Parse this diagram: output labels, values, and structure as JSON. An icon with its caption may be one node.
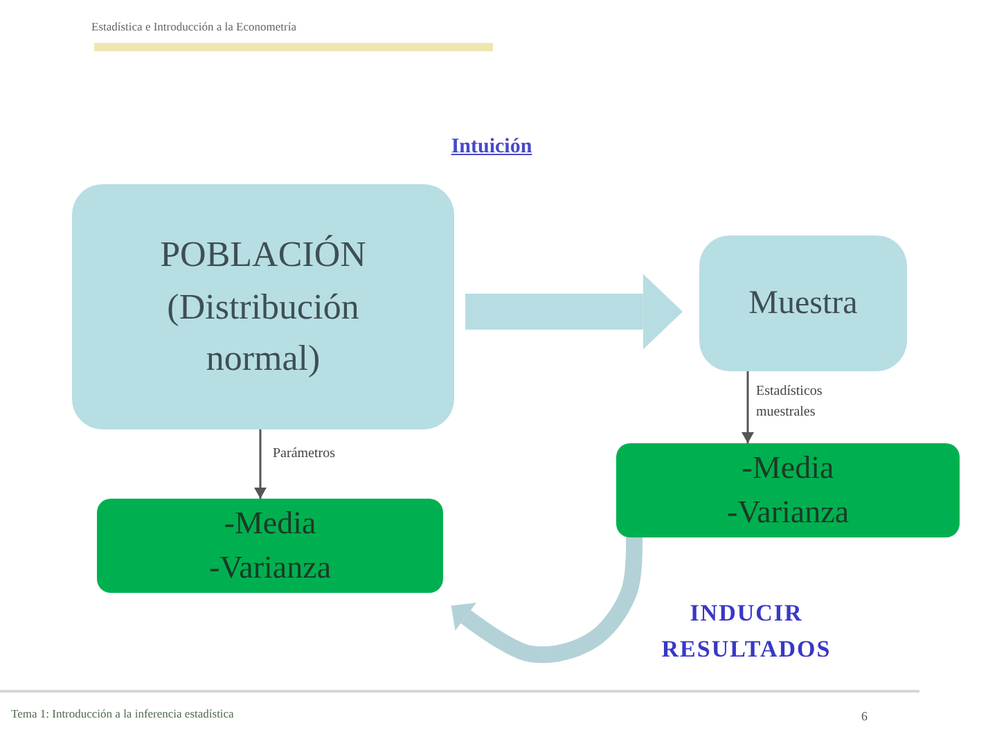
{
  "diagram": {
    "title": "Intuición",
    "nodes": [
      {
        "text": [
          "POBLACIÓN",
          "(Distribución normal)"
        ]
      },
      {
        "text": [
          "Muestra"
        ]
      },
      {
        "text": [
          "-Media",
          "-Varianza"
        ]
      },
      {
        "text": [
          "-Media",
          "-Varianza"
        ]
      }
    ],
    "edges": [
      {
        "from": 0,
        "to": 1,
        "arrow": "to",
        "style": "thick",
        "color": "#b7dde2"
      },
      {
        "from": 0,
        "to": 2,
        "arrow": "to",
        "label": "Parámetros"
      },
      {
        "from": 1,
        "to": 3,
        "arrow": "to",
        "label": "Estadísticos muestrales"
      },
      {
        "from": 3,
        "to": 2,
        "arrow": "to",
        "label": "INDUCIR RESULTADOS",
        "style": "thick",
        "color": "#b3d2d7"
      }
    ],
    "labels": [
      "Estadística e Introducción a la Econometría",
      "Tema 1: Introducción a la inferencia estadística",
      "6"
    ]
  }
}
